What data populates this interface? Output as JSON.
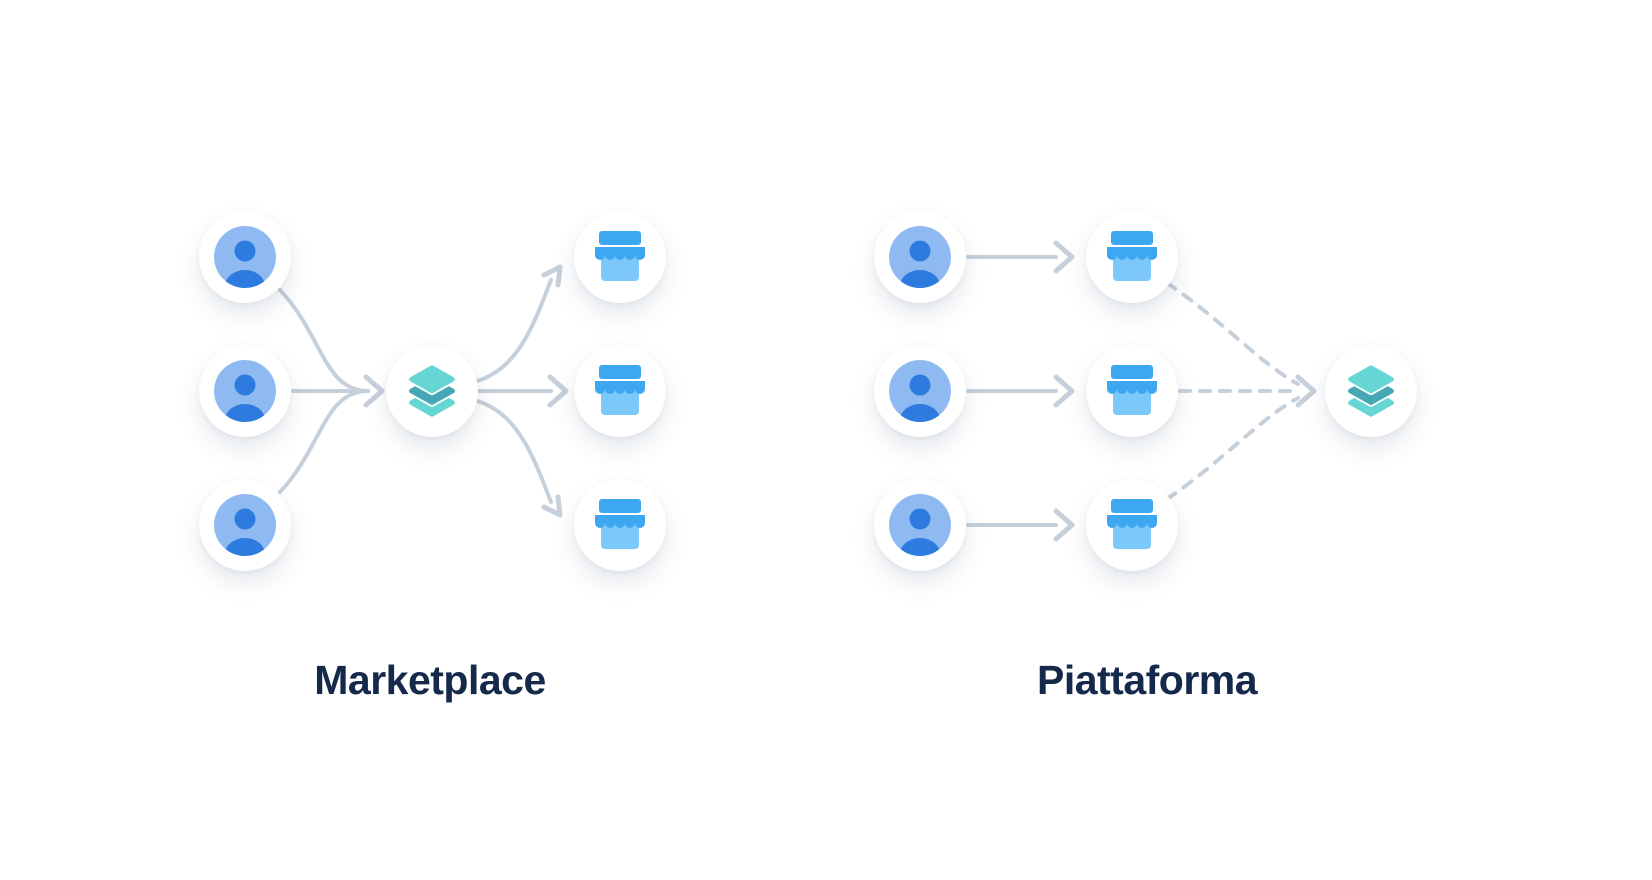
{
  "canvas": {
    "background": "#FFFFFF"
  },
  "colors": {
    "canvas_bg": "#FFFFFF",
    "node_bg": "#FFFFFF",
    "user_light": "#8EBAF1",
    "user_dark": "#2E7BDF",
    "store_dark": "#3EA7F2",
    "store_light": "#7CC8F8",
    "teal_light": "#66D6D5",
    "teal_dark": "#46A8B4",
    "arrow": "#C6D0DB",
    "label_text": "#15294B"
  },
  "diagrams": [
    {
      "label": "Marketplace",
      "left_column": {
        "icon": "user-icon",
        "count": 3
      },
      "center_node": {
        "icon": "layers-icon",
        "count": 1
      },
      "right_column": {
        "icon": "storefront-icon",
        "count": 3
      },
      "arrows_in": {
        "style": "solid",
        "shape": "curved-converging",
        "direction": "users-to-platform"
      },
      "arrows_out": {
        "style": "solid",
        "shape": "curved-diverging",
        "direction": "platform-to-stores"
      }
    },
    {
      "label": "Piattaforma",
      "left_column": {
        "icon": "user-icon",
        "count": 3
      },
      "middle_column": {
        "icon": "storefront-icon",
        "count": 3
      },
      "right_node": {
        "icon": "layers-icon",
        "count": 1
      },
      "arrows_in": {
        "style": "solid",
        "shape": "straight",
        "direction": "users-to-stores"
      },
      "arrows_out": {
        "style": "dashed",
        "shape": "curved-converging",
        "direction": "stores-to-platform"
      }
    }
  ]
}
